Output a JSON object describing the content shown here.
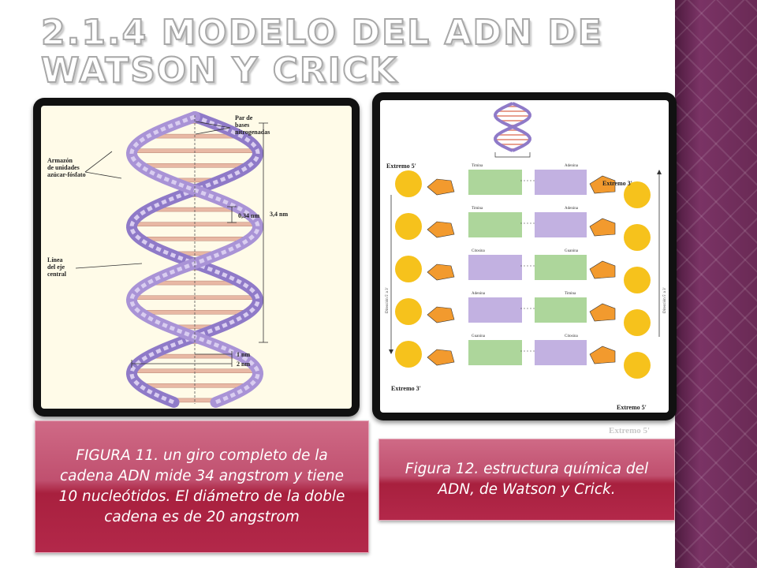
{
  "slide": {
    "title": "2.1.4 Modelo del ADN de Watson y Crick",
    "caption_left": "FIGURA 11. un giro completo de la cadena ADN mide 34 angstrom y tiene 10 nucleótidos. El diámetro de la doble cadena es de 20 angstrom",
    "caption_right": "Figura 12. estructura química del ADN, de Watson y Crick.",
    "ghost_text": "Extremo 5'"
  },
  "figure_left": {
    "label_pair_line1": "Par de",
    "label_pair_line2": "bases",
    "label_pair_line3": "nitrogenadas",
    "label_frame_line1": "Armazón",
    "label_frame_line2": "de unidades",
    "label_frame_line3": "azúcar-fósfato",
    "label_axis_line1": "Línea",
    "label_axis_line2": "del eje",
    "label_axis_line3": "central",
    "dim_rise": "0,34 nm",
    "dim_turn": "3,4 nm",
    "dim_radius": "1 nm",
    "dim_diameter": "2 nm"
  },
  "figure_right": {
    "end5_top": "Extremo 5'",
    "end3_top": "Extremo 3'",
    "end3_bottom": "Extremo 3'",
    "end5_bottom": "Extremo 5'",
    "direction_left": "Dirección 5' a 3'",
    "direction_right": "Dirección 5' a 3'",
    "rows": [
      {
        "left": "Timina",
        "right": "Adenina"
      },
      {
        "left": "Timina",
        "right": "Adenina"
      },
      {
        "left": "Citosina",
        "right": "Guanina"
      },
      {
        "left": "Adenina",
        "right": "Timina"
      },
      {
        "left": "Guanina",
        "right": "Citosina"
      }
    ]
  },
  "colors": {
    "caption_red": "#b3284a",
    "strip_purple": "#6a2a55",
    "phosphate_yellow": "#f6c21c",
    "sugar_orange": "#f29a2e",
    "green_base": "#9fcf8a",
    "purple_base": "#b7a3dc"
  }
}
